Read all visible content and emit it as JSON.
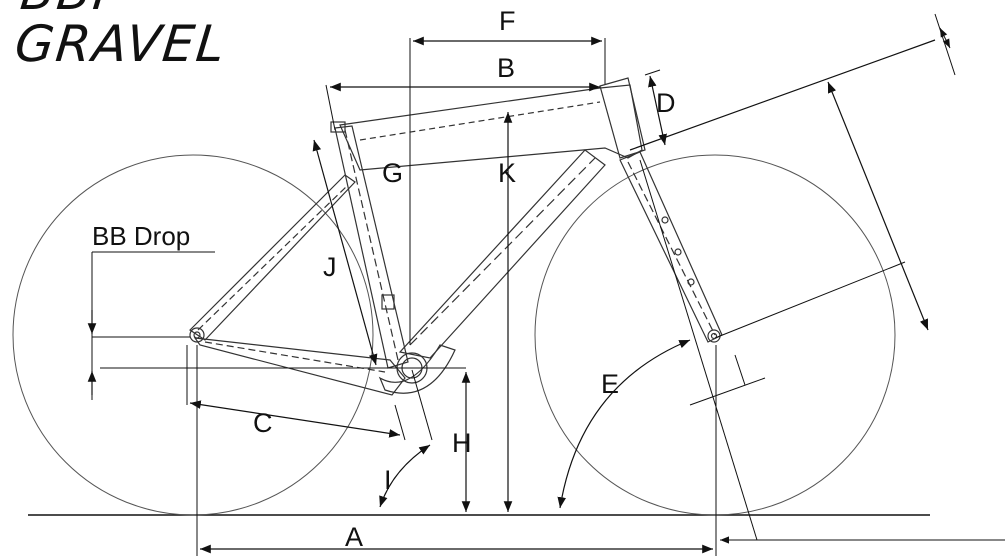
{
  "brand": {
    "line1": "BBI",
    "line2": "GRAVEL"
  },
  "labels": {
    "A": "A",
    "B": "B",
    "C": "C",
    "D": "D",
    "E": "E",
    "F": "F",
    "G": "G",
    "H": "H",
    "I": "I",
    "J": "J",
    "K": "K",
    "bb_drop": "BB Drop"
  },
  "colors": {
    "line": "#111111",
    "frame": "#333333",
    "background": "#ffffff"
  }
}
